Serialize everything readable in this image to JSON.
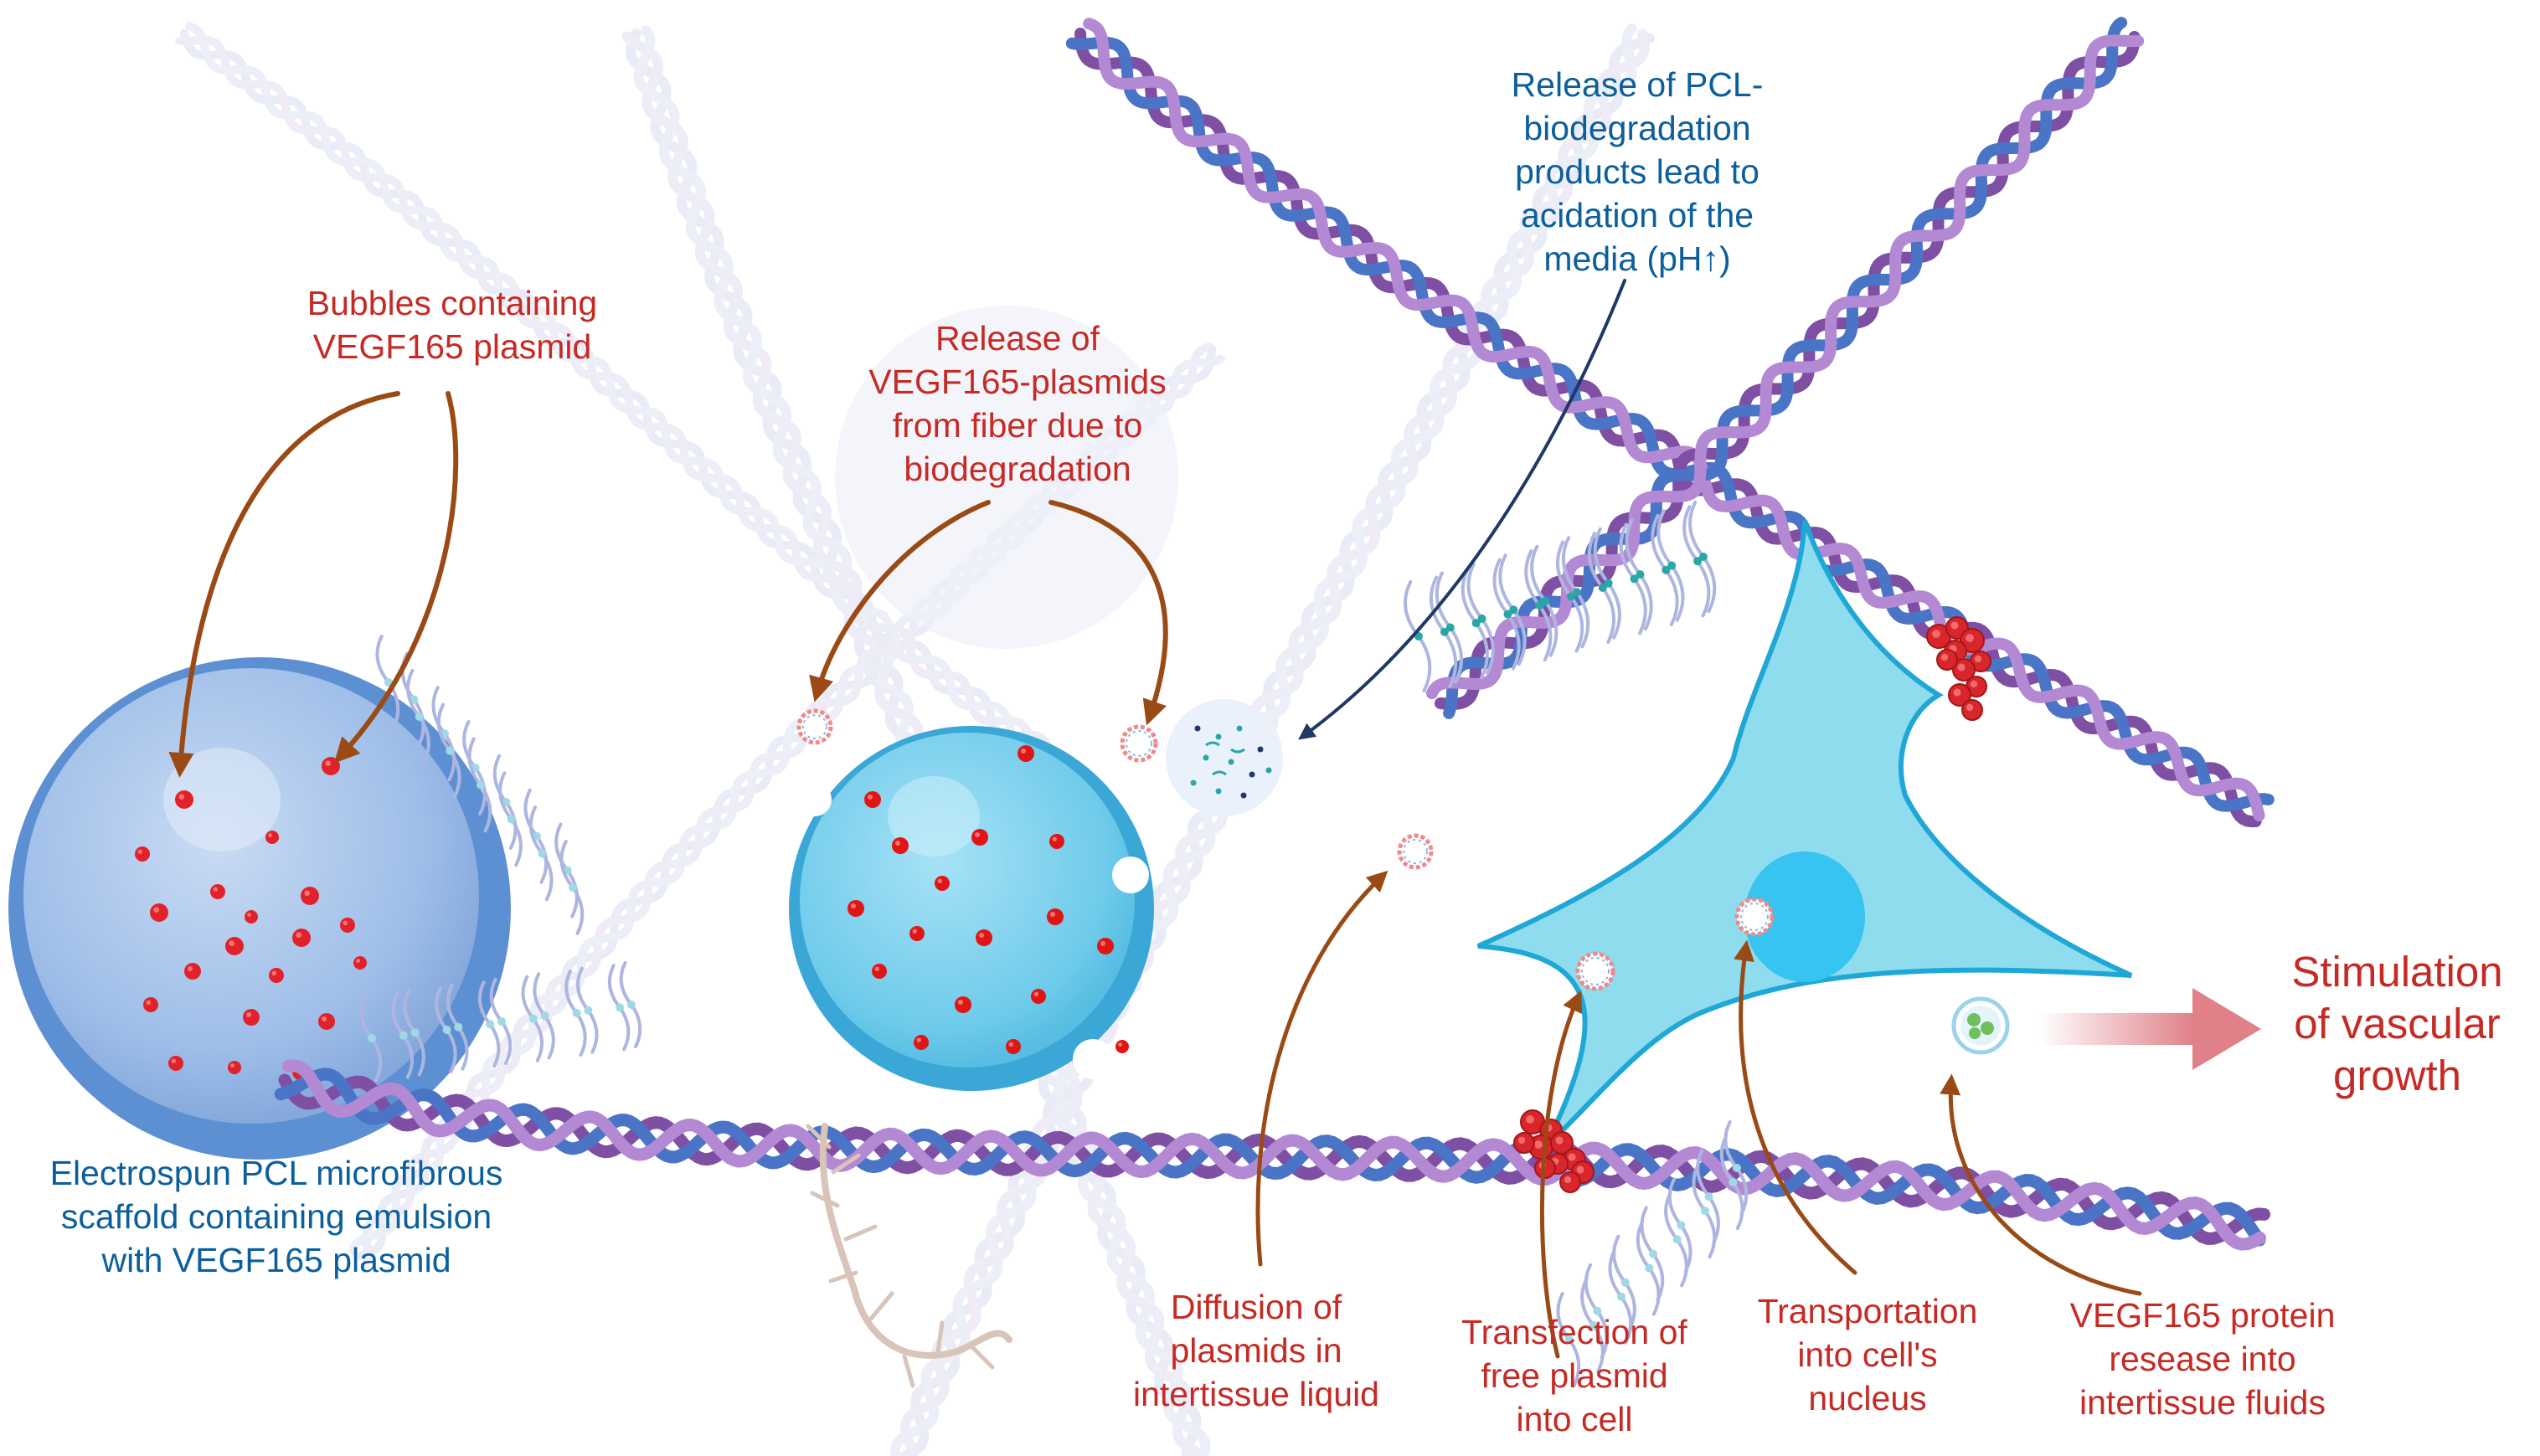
{
  "colors": {
    "red_label": "#c62a24",
    "blue_label": "#0b5f9b",
    "brown_arrow": "#9a4a14",
    "navy_arrow": "#1f3864",
    "fiber_purple": "#7e4fa3",
    "fiber_blue": "#4a74c6",
    "cell_fill": "#8fdcef",
    "cell_edge": "#1fa7d6",
    "plasmid_red": "#e01515",
    "stim_arrow": "#e28a90"
  },
  "labels": {
    "bubbles": [
      "Bubbles containing",
      "VEGF165 plasmid"
    ],
    "release_plasmids": [
      "Release of",
      "VEGF165-plasmids",
      "from fiber due to",
      "biodegradation"
    ],
    "release_pcl": [
      "Release of PCL-",
      "biodegradation",
      "products lead to",
      "acidation of the",
      "media (pH↑)"
    ],
    "scaffold": [
      "Electrospun PCL microfibrous",
      "scaffold containing emulsion",
      "with VEGF165 plasmid"
    ],
    "diffusion": [
      "Diffusion of",
      "plasmids in",
      "intertissue liquid"
    ],
    "transfection": [
      "Transfection of",
      "free plasmid",
      "into cell"
    ],
    "transportation": [
      "Transportation",
      "into cell's",
      "nucleus"
    ],
    "protein": [
      "VEGF165 protein",
      "resease into",
      "intertissue fluids"
    ],
    "stimulation": [
      "Stimulation",
      "of vascular",
      "growth"
    ]
  },
  "icons": [
    "fiber-bundle",
    "scaffold-sphere",
    "plasmid-ring",
    "degradation-bubble",
    "pcl-polymer-chain",
    "endothelial-cell",
    "cell-nucleus",
    "red-blood-cells",
    "protein-vesicle",
    "branching-fiber",
    "stimulation-arrow"
  ]
}
